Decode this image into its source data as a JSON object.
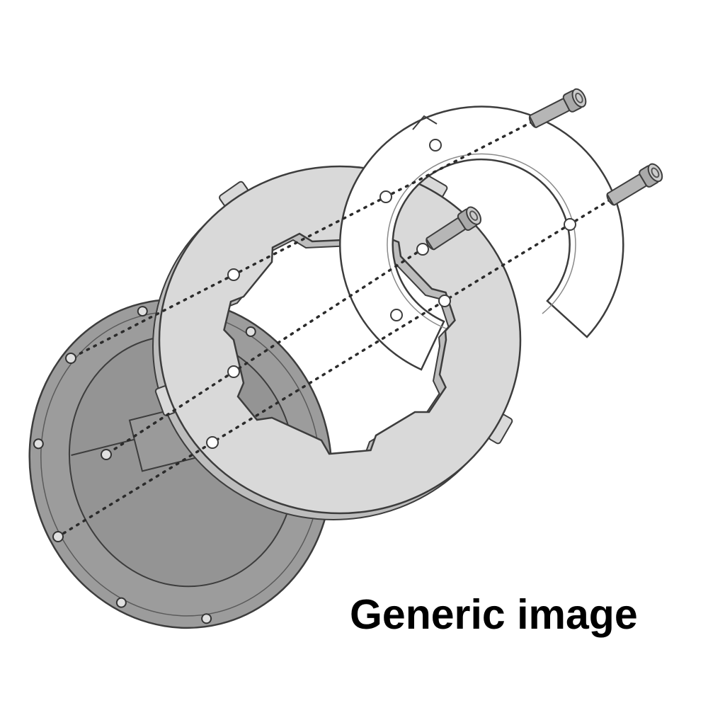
{
  "caption": "Generic image",
  "colors": {
    "background": "#ffffff",
    "outline": "#3d3d3d",
    "dotted_line": "#2b2b2b",
    "disc_fill": "#9c9c9c",
    "disc_face_fill": "#949494",
    "disc_plate_fill": "#9a9a9a",
    "ring_fill": "#d9d9d9",
    "ring_side_fill": "#bdbdbd",
    "spacer_fill": "#ffffff",
    "screw_shaft_fill": "#b6b6b6",
    "screw_head_fill": "#a9a9a9",
    "screw_cap_fill": "#cccccc",
    "hole_fill": "#ffffff",
    "disc_hole_fill": "#e0e0e0",
    "text": "#000000"
  },
  "parts": [
    {
      "name": "fuel-cap-disc"
    },
    {
      "name": "flange-ring"
    },
    {
      "name": "spacer-ring"
    },
    {
      "name": "fixing-screws",
      "count": 3
    },
    {
      "name": "alignment-lines",
      "count": 3
    }
  ]
}
